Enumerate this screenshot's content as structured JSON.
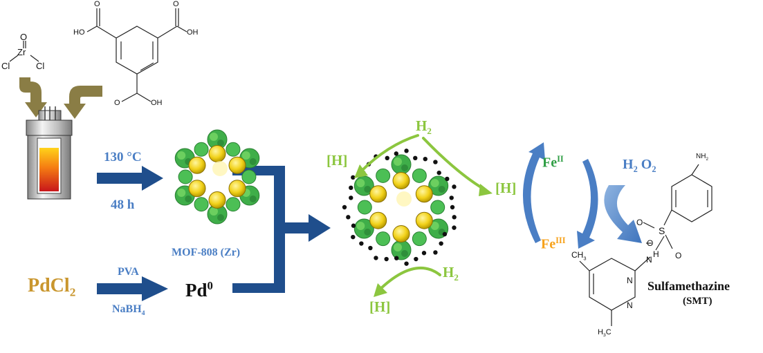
{
  "precursors": {
    "zr_salt": {
      "top_o": "O",
      "zr": "Zr",
      "cl_left": "Cl",
      "cl_right": "Cl"
    },
    "linker": {
      "cooh_left": "HO",
      "cooh_right": "OH",
      "cooh_bottom": "OH",
      "o": "O"
    }
  },
  "synthesis": {
    "temperature": "130 °C",
    "time": "48 h",
    "product": "MOF-808 (Zr)"
  },
  "pd_route": {
    "precursor": "PdCl",
    "precursor_sub": "2",
    "stabilizer": "PVA",
    "reductant": "NaBH",
    "reductant_sub": "4",
    "product": "Pd",
    "product_sup": "0"
  },
  "catalysis": {
    "h2_top": "H",
    "h2_top_sub": "2",
    "h2_bottom": "H",
    "h2_bottom_sub": "2",
    "h_left": "[H]",
    "h_right": "[H]",
    "h_bottom": "[H]"
  },
  "fenton": {
    "fe2": "Fe",
    "fe2_sup": "II",
    "fe3": "Fe",
    "fe3_sup": "III",
    "h2o2_h": "H",
    "h2o2_sub": "2",
    "h2o2_o": "O",
    "h2o2_o_sub": "2"
  },
  "target": {
    "name": "Sulfamethazine",
    "abbr": "(SMT)",
    "nh2": "NH",
    "nh2_sub": "2",
    "s": "S",
    "o_a": "O",
    "o_b": "O",
    "n_link": "N",
    "h_link": "H",
    "n_ring_1": "N",
    "n_ring_2": "N",
    "ch3_top": "CH",
    "ch3_top_sub": "3",
    "ch3_bottom": "H",
    "ch3_bottom_sub": "3",
    "ch3_bottom_c": "C"
  },
  "colors": {
    "arrow_navy": "#1f4e8c",
    "olive_arrow": "#8a7d45",
    "label_blue": "#4a7ec4",
    "h_green": "#8cc63f",
    "fe_arrow_blue": "#4a7ec4",
    "fe2_green": "#2f9e44",
    "fe3_amber": "#f7a21b",
    "pdcl2_gold": "#c9962e",
    "cluster_green": "#3fae49",
    "node_yellow": "#f2d21b"
  }
}
